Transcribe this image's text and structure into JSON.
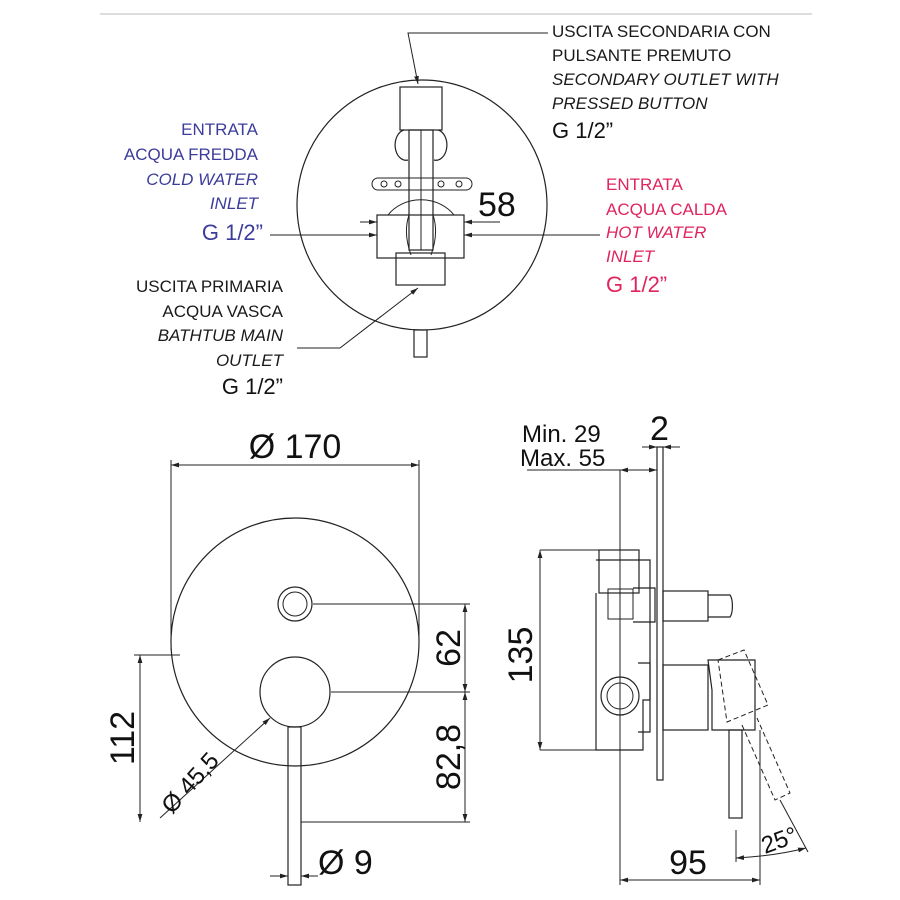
{
  "colors": {
    "cold": "#3c3c9c",
    "hot": "#e0245e",
    "line": "#222222",
    "rule": "#dddddd"
  },
  "labels": {
    "secondary_it_1": "USCITA SECONDARIA CON",
    "secondary_it_2": "PULSANTE PREMUTO",
    "secondary_en_1": "SECONDARY OUTLET WITH",
    "secondary_en_2": "PRESSED BUTTON",
    "secondary_thread": "G 1/2”",
    "cold_it_1": "ENTRATA",
    "cold_it_2": "ACQUA FREDDA",
    "cold_en_1": "COLD WATER",
    "cold_en_2": "INLET",
    "cold_thread": "G 1/2”",
    "hot_it_1": "ENTRATA",
    "hot_it_2": "ACQUA CALDA",
    "hot_en_1": "HOT WATER",
    "hot_en_2": "INLET",
    "hot_thread": "G 1/2”",
    "main_it_1": "USCITA PRIMARIA",
    "main_it_2": "ACQUA VASCA",
    "main_en_1": "BATHTUB MAIN",
    "main_en_2": "OUTLET",
    "main_thread": "G 1/2”"
  },
  "dimensions": {
    "body_depth": "58",
    "plate_diameter": "Ø 170",
    "button_to_handle": "62",
    "handle_to_bottom": "82,8",
    "total_height": "112",
    "handle_diameter": "Ø 45,5",
    "lever_diameter": "Ø 9",
    "wall_min": "Min. 29",
    "wall_max": "Max. 55",
    "plate_thickness": "2",
    "body_height": "135",
    "projection": "95",
    "lever_angle": "25°"
  }
}
